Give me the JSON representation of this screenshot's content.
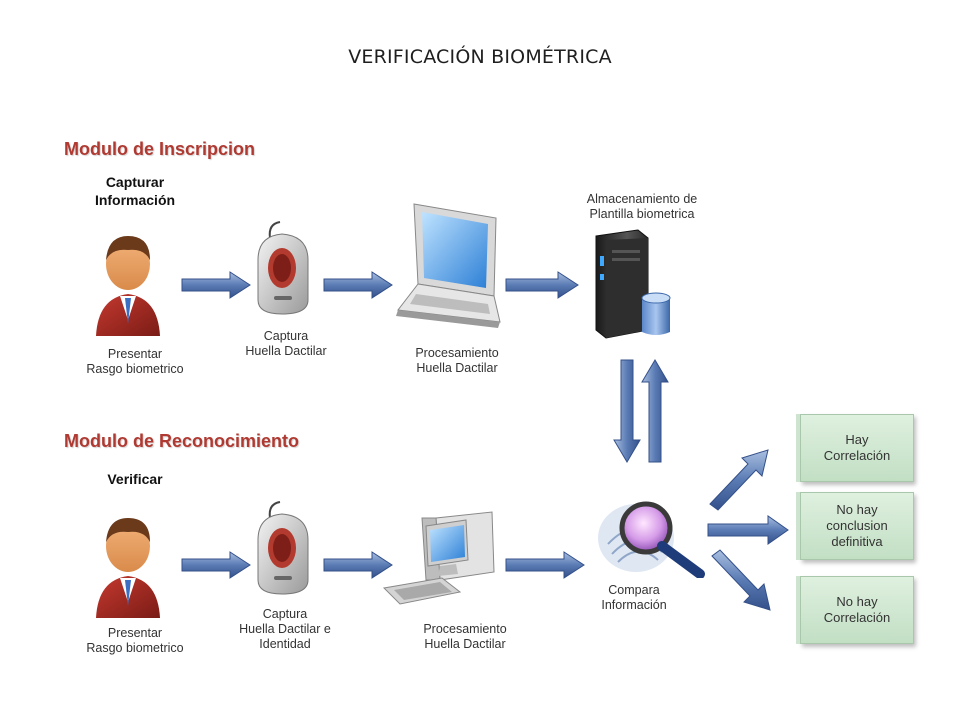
{
  "title": "VERIFICACIÓN BIOMÉTRICA",
  "enrollment": {
    "section_title": "Modulo de Inscripcion",
    "step_title": "Capturar\nInformación",
    "person_label": "Presentar\nRasgo biometrico",
    "capture_label": "Captura\nHuella Dactilar",
    "processing_label": "Procesamiento\nHuella Dactilar",
    "storage_label": "Almacenamiento de\nPlantilla biometrica"
  },
  "recognition": {
    "section_title": "Modulo de Reconocimiento",
    "step_title": "Verificar",
    "person_label": "Presentar\nRasgo biometrico",
    "capture_label": "Captura\nHuella Dactilar e\nIdentidad",
    "processing_label": "Procesamiento\nHuella Dactilar",
    "compare_label": "Compara\nInformación"
  },
  "results": [
    "Hay\nCorrelación",
    "No hay\nconclusion\ndefinitiva",
    "No hay\nCorrelación"
  ],
  "icons": [
    "person-icon",
    "fingerprint-scanner-icon",
    "laptop-icon",
    "server-database-icon",
    "desktop-computer-icon",
    "magnifier-fingerprint-icon",
    "arrow-right-icon",
    "bidirectional-arrow-icon"
  ],
  "colors": {
    "section_title": "#b03a32",
    "arrow": "#4a6aa3",
    "result_box": "#cfe7cf"
  }
}
